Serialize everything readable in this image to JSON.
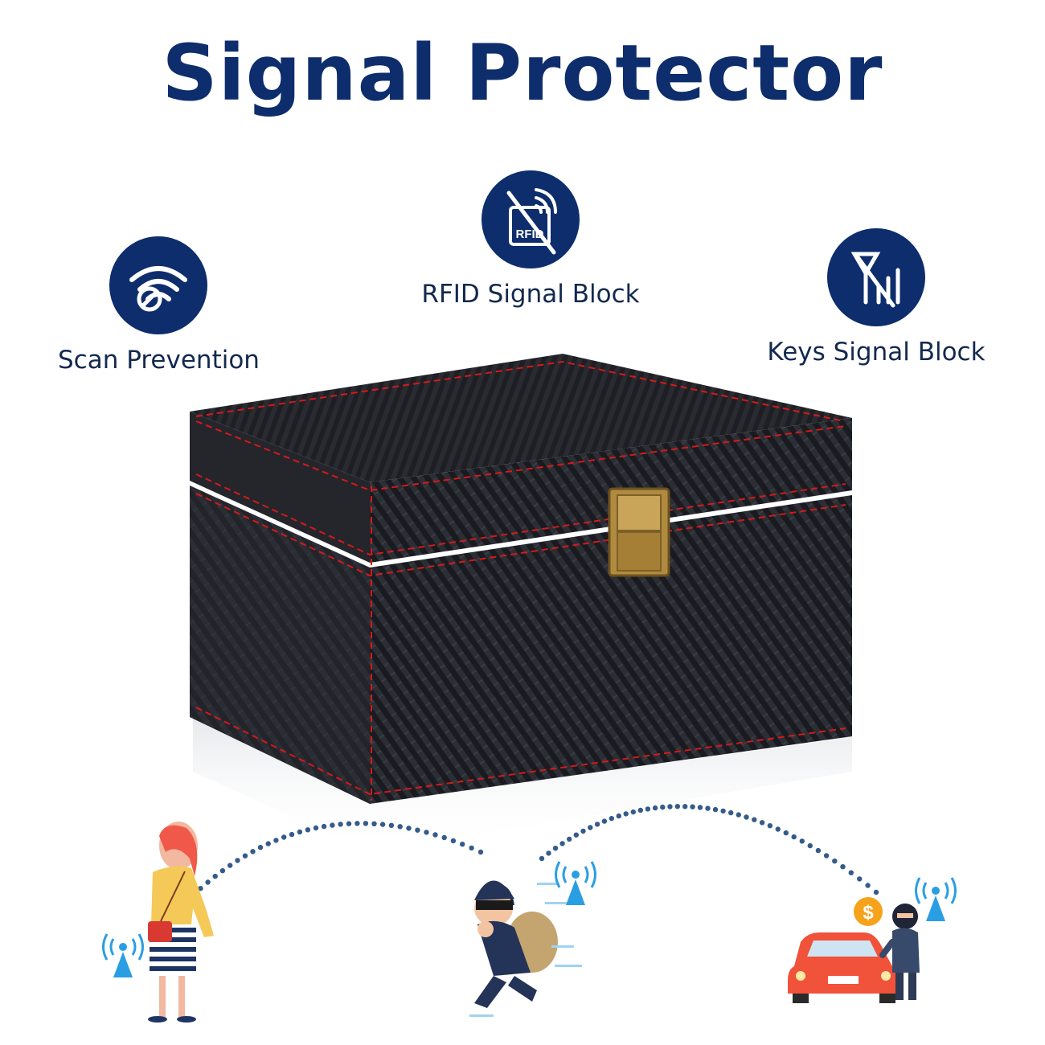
{
  "title": "Signal Protector",
  "colors": {
    "primary": "#0d2d6c",
    "label": "#13294f",
    "box": "#1c1d22",
    "stitch": "#d41a1a",
    "latch": "#b08a3e",
    "signal": "#2a9ee3",
    "dots": "#355b8a",
    "car": "#f0523a",
    "coin": "#f6a21a"
  },
  "features": [
    {
      "label": "Scan Prevention",
      "icon": "wifi-blocked-icon"
    },
    {
      "label": "RFID Signal Block",
      "icon": "rfid-blocked-icon"
    },
    {
      "label": "Keys Signal Block",
      "icon": "antenna-blocked-icon"
    }
  ],
  "illustration": {
    "coin_symbol": "$",
    "figures": [
      "woman-with-handbag",
      "running-thief",
      "thief-at-car"
    ]
  },
  "badge_text": "RFID"
}
